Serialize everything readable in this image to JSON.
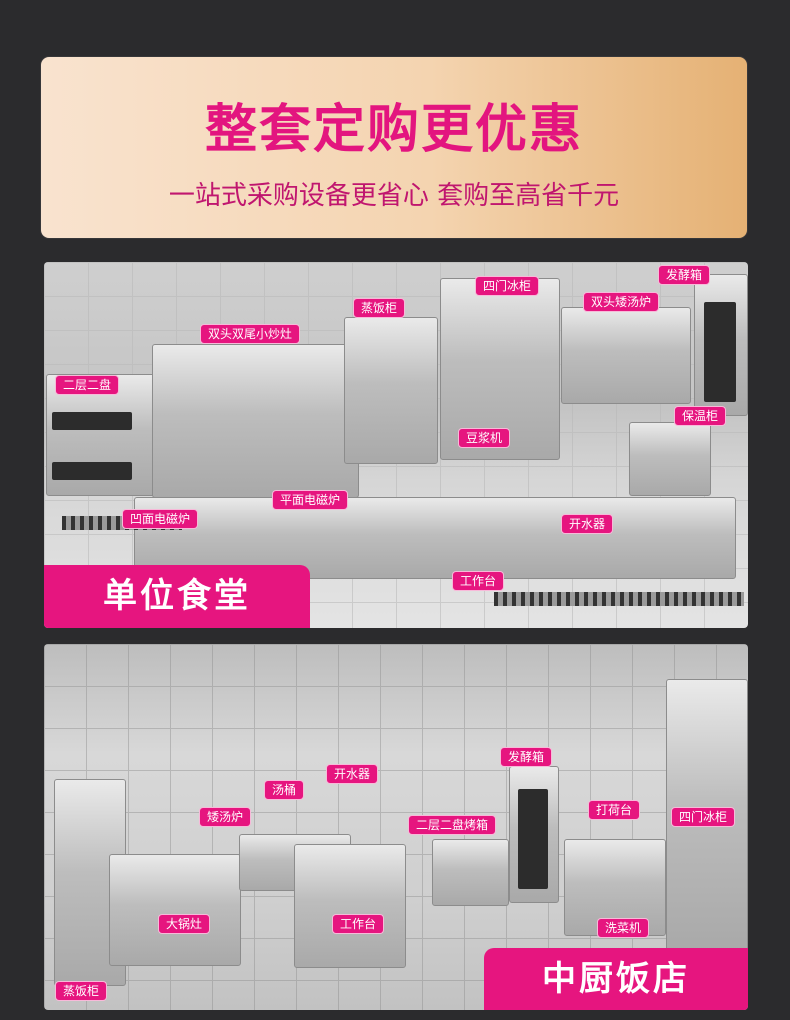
{
  "banner": {
    "title": "整套定购更优惠",
    "subtitle": "一站式采购设备更省心 套购至高省千元"
  },
  "panel1": {
    "tag": "单位食堂",
    "labels": [
      "四门冰柜",
      "发酵箱",
      "蒸饭柜",
      "双头矮汤炉",
      "双头双尾小炒灶",
      "二层二盘",
      "保温柜",
      "豆浆机",
      "平面电磁炉",
      "凹面电磁炉",
      "开水器",
      "工作台"
    ]
  },
  "panel2": {
    "tag": "中厨饭店",
    "labels": [
      "发酵箱",
      "开水器",
      "汤桶",
      "打荷台",
      "四门冰柜",
      "矮汤炉",
      "二层二盘烤箱",
      "大锅灶",
      "工作台",
      "洗菜机",
      "蒸饭柜"
    ]
  },
  "colors": {
    "accent": "#e6157f",
    "banner_gold": "#e5b174"
  }
}
